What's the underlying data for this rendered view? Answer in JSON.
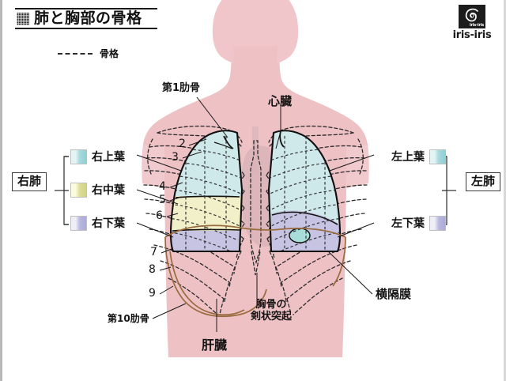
{
  "header": {
    "title": "肺と胸部の骨格",
    "marker_icon": "filled-square-icon",
    "legend": {
      "dash_icon": "dashed-line-icon",
      "label": "骨格"
    }
  },
  "logo": {
    "badge_icon": "iris-swirl-icon",
    "badge_mini_text": "iris-iris",
    "wordmark": "iris-iris"
  },
  "right_lung_group": {
    "box_label": "右肺",
    "lobes": [
      {
        "label": "右上葉",
        "swatch_color": "#8fd0d4",
        "swatch_class": "sw-cyan"
      },
      {
        "label": "右中葉",
        "swatch_color": "#d2d287",
        "swatch_class": "sw-yellow"
      },
      {
        "label": "右下葉",
        "swatch_color": "#adaad9",
        "swatch_class": "sw-purple"
      }
    ]
  },
  "left_lung_group": {
    "box_label": "左肺",
    "lobes": [
      {
        "label": "左上葉",
        "swatch_color": "#8fd0d4",
        "swatch_class": "sw-cyan"
      },
      {
        "label": "左下葉",
        "swatch_color": "#adaad9",
        "swatch_class": "sw-purple"
      }
    ]
  },
  "callouts": {
    "first_rib": "第1肋骨",
    "heart": "心臓",
    "tenth_rib": "第10肋骨",
    "liver": "肝臓",
    "xiphoid_line1": "胸骨の",
    "xiphoid_line2": "剣状突起",
    "diaphragm": "横隔膜"
  },
  "rib_numbers": [
    "2",
    "3",
    "4",
    "5",
    "6",
    "7",
    "8",
    "9"
  ],
  "colors": {
    "skin": "#eec1c5",
    "skin_light": "#f2cdd0",
    "upper_lobe": "#cfe9ea",
    "middle_lobe": "#f2f0c8",
    "lower_lobe": "#c6c4e2",
    "heart": "#d8b9bd",
    "bone_dash": "#2b2b2b",
    "diaphragm_line": "#9a6b3f",
    "outline": "#111111",
    "background": "#ffffff"
  },
  "chart_data": {
    "type": "diagram",
    "title": "肺と胸部の骨格",
    "legend_entries": [
      "骨格"
    ],
    "regions": [
      {
        "name": "右上葉",
        "color": "#cfe9ea"
      },
      {
        "name": "右中葉",
        "color": "#f2f0c8"
      },
      {
        "name": "右下葉",
        "color": "#c6c4e2"
      },
      {
        "name": "左上葉",
        "color": "#cfe9ea"
      },
      {
        "name": "左下葉",
        "color": "#c6c4e2"
      }
    ],
    "annotations": [
      "第1肋骨",
      "心臓",
      "2",
      "3",
      "4",
      "5",
      "6",
      "7",
      "8",
      "9",
      "第10肋骨",
      "肝臓",
      "胸骨の剣状突起",
      "横隔膜"
    ]
  }
}
